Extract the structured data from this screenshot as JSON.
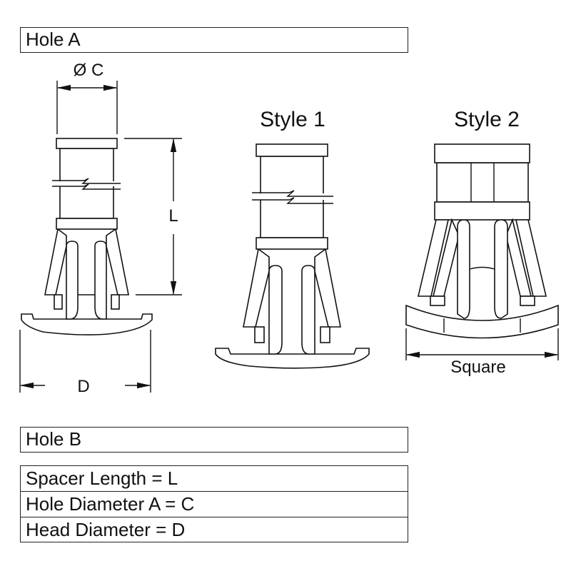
{
  "header": {
    "hole_a_label": "Hole A",
    "hole_b_label": "Hole B"
  },
  "diagram": {
    "diameter_label": "Ø C",
    "length_label": "L",
    "head_label": "D",
    "style1_title": "Style 1",
    "style2_title": "Style 2",
    "square_label": "Square"
  },
  "legend": {
    "items": [
      "Spacer Length = L",
      "Hole Diameter A = C",
      "Head Diameter = D"
    ]
  }
}
